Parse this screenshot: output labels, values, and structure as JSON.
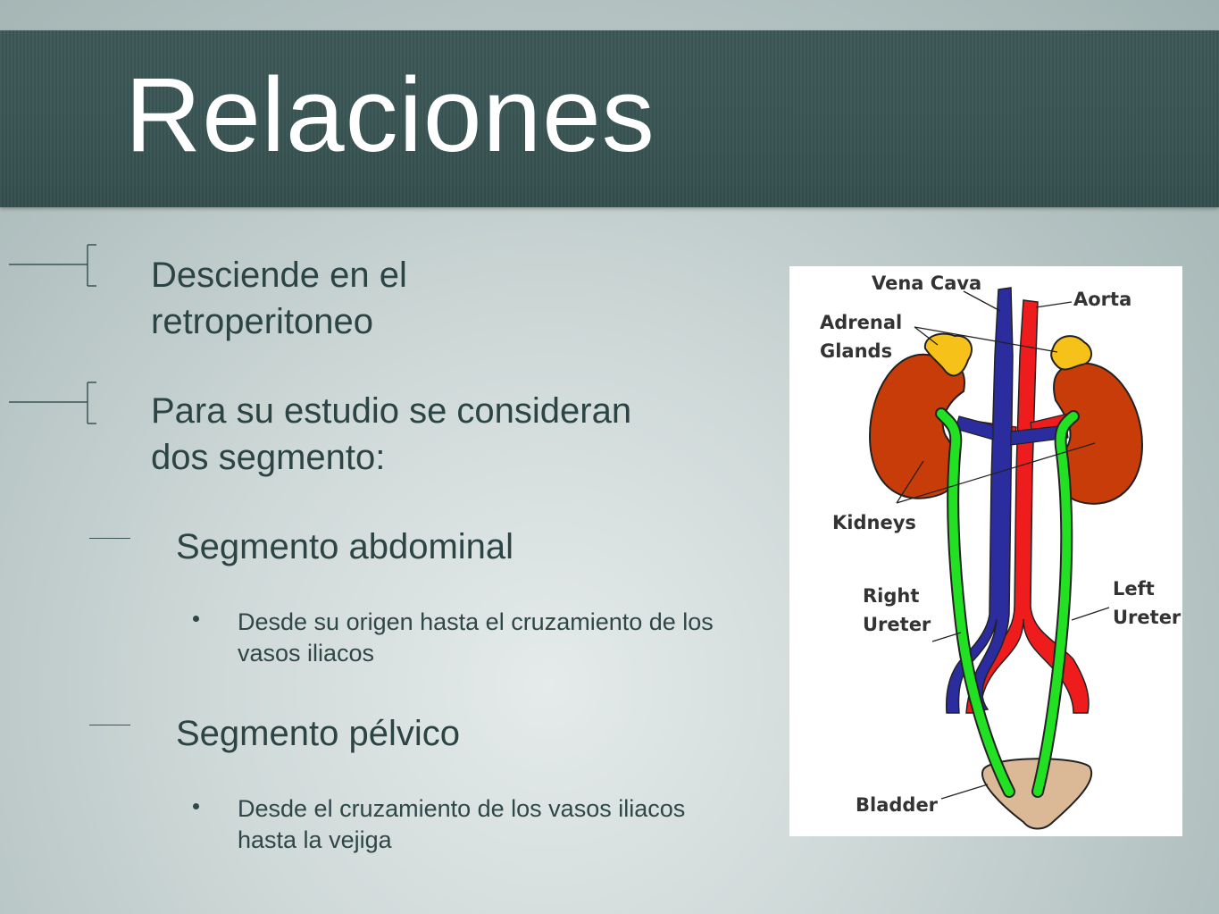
{
  "slide": {
    "title": "Relaciones",
    "bullets": [
      {
        "text": "Desciende en el retroperitoneo"
      },
      {
        "text": "Para su estudio se consideran dos segmento:"
      }
    ],
    "segments": [
      {
        "heading": "Segmento abdominal",
        "detail": "Desde su origen hasta el cruzamiento de los vasos iliacos"
      },
      {
        "heading": "Segmento pélvico",
        "detail": "Desde el cruzamiento de los vasos iliacos hasta la vejiga"
      }
    ]
  },
  "diagram": {
    "labels": {
      "vena_cava": "Vena Cava",
      "aorta": "Aorta",
      "adrenal_1": "Adrenal",
      "adrenal_2": "Glands",
      "kidneys": "Kidneys",
      "right_ureter_1": "Right",
      "right_ureter_2": "Ureter",
      "left_ureter_1": "Left",
      "left_ureter_2": "Ureter",
      "bladder": "Bladder"
    },
    "colors": {
      "vena_cava": "#2b2c9e",
      "aorta": "#ee1c1c",
      "kidney": "#c83c0a",
      "adrenal": "#f6c21a",
      "ureter": "#22e022",
      "bladder": "#dbb896"
    }
  }
}
